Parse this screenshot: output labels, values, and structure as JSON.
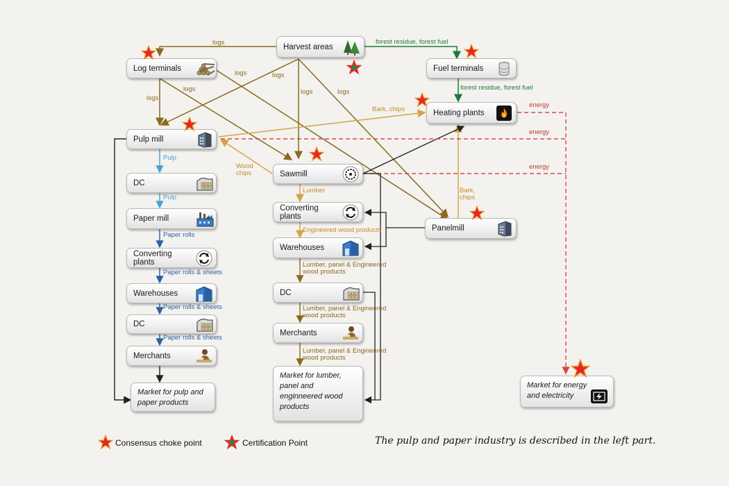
{
  "nodes": {
    "harvest": "Harvest areas",
    "log_terminals": "Log terminals",
    "fuel_terminals": "Fuel terminals",
    "heating_plants": "Heating plants",
    "pulp_mill": "Pulp mill",
    "dc_left": "DC",
    "paper_mill": "Paper mill",
    "converting_left": "Converting plants",
    "warehouses_left": "Warehouses",
    "dc_left2": "DC",
    "merchants_left": "Merchants",
    "market_pulp": "Market for pulp and paper products",
    "sawmill": "Sawmill",
    "converting_mid": "Converting plants",
    "warehouses_mid": "Warehouses",
    "dc_mid": "DC",
    "merchants_mid": "Merchants",
    "market_lumber": "Market for lumber, panel and enginneered wood products",
    "panelmill": "Panelmill",
    "market_energy": "Market for energy and electricity"
  },
  "edges": {
    "logs": "logs",
    "forest_residue": "forest residue, forest fuel",
    "bark_chips": "Bark, chips",
    "bark_chips_2": "Bark, chips",
    "energy": "energy",
    "wood_chips": "Wood chips",
    "pulp": "Pulp",
    "paper_rolls": "Paper rolls",
    "paper_rolls_sheets": "Paper rolls & sheets",
    "lumber": "Lumber",
    "engineered_wood": "Engineered wood products",
    "lumber_panel_ewp": "Lumber, panel & Engineered wood products"
  },
  "legend": {
    "consensus": "Consensus choke point",
    "certification": "Certification Point"
  },
  "caption": "The pulp and paper industry is described in the left part.",
  "colors": {
    "logs": "#8a6a1e",
    "chips": "#d4a44a",
    "residue": "#1e7a3a",
    "energy": "#d44a44",
    "pulp": "#4a9fd6",
    "paper": "#2c5fa8",
    "star_red": "#e4262b",
    "star_outline": "#f29b1d",
    "star_green": "#1f8f3a"
  }
}
